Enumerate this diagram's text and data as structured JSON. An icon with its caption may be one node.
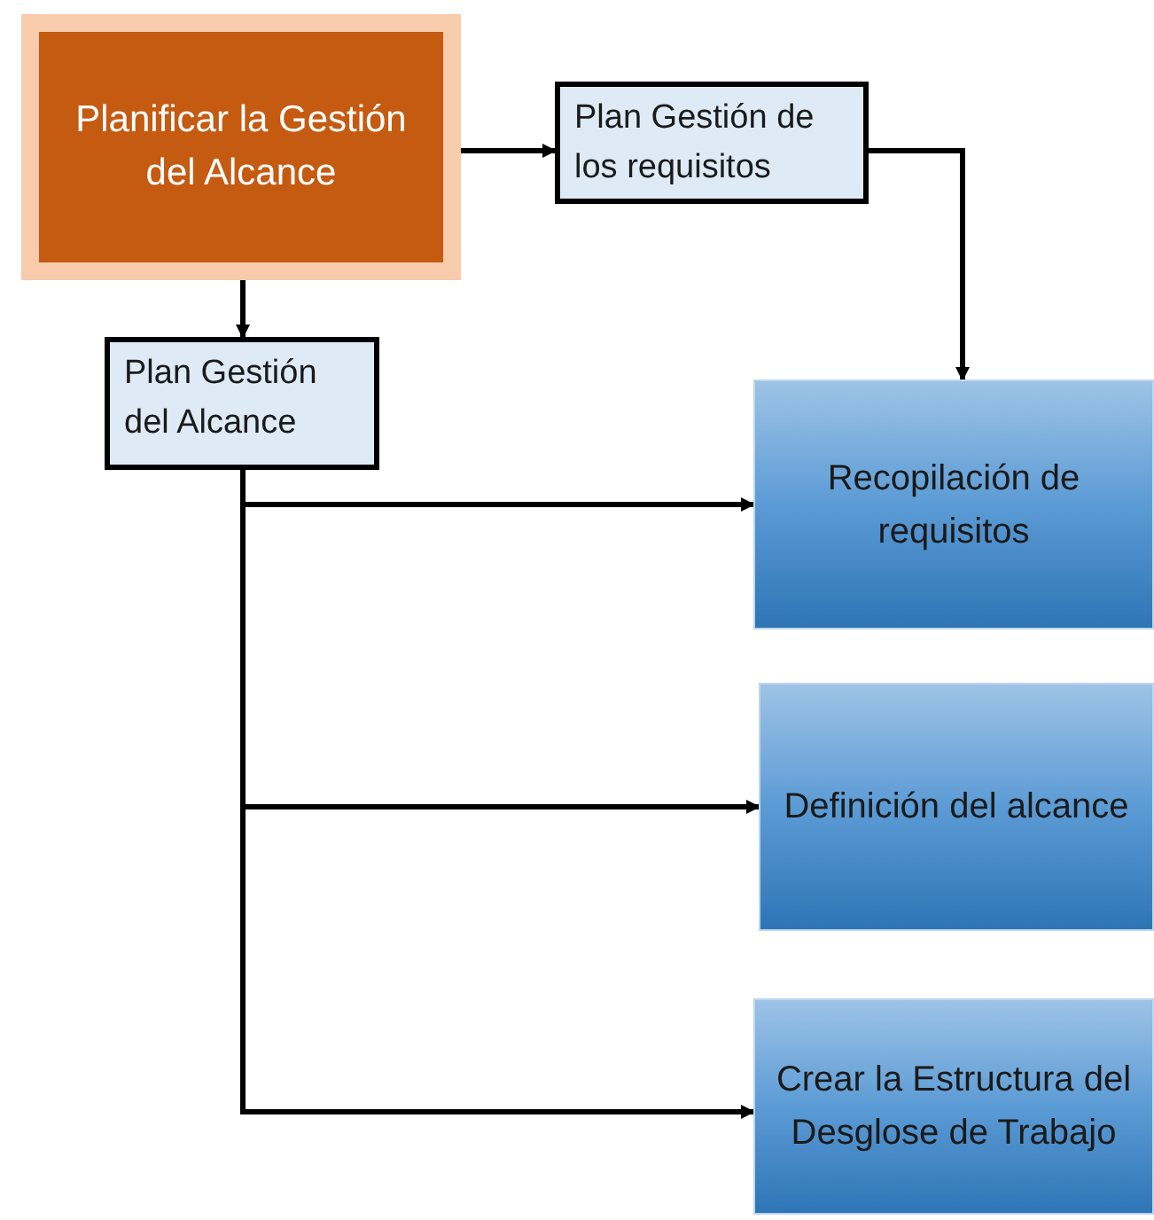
{
  "diagram": {
    "nodes": [
      {
        "text": [
          "Planificar la Gestión del Alcance"
        ]
      },
      {
        "text": [
          "Plan Gestión de los requisitos"
        ]
      },
      {
        "text": [
          "Plan Gestión del Alcance"
        ]
      },
      {
        "text": [
          "Recopilación de requisitos"
        ]
      },
      {
        "text": [
          "Definición del alcance"
        ]
      },
      {
        "text": [
          "Crear la Estructura del Desglose de Trabajo"
        ]
      }
    ],
    "edges": [
      {
        "from": 0,
        "to": 1,
        "arrow": "to"
      },
      {
        "from": 1,
        "to": 3,
        "arrow": "to"
      },
      {
        "from": 0,
        "to": 2,
        "arrow": "to"
      },
      {
        "from": 2,
        "to": 3,
        "arrow": "to"
      },
      {
        "from": 2,
        "to": 4,
        "arrow": "to"
      },
      {
        "from": 2,
        "to": 5,
        "arrow": "to"
      }
    ]
  }
}
